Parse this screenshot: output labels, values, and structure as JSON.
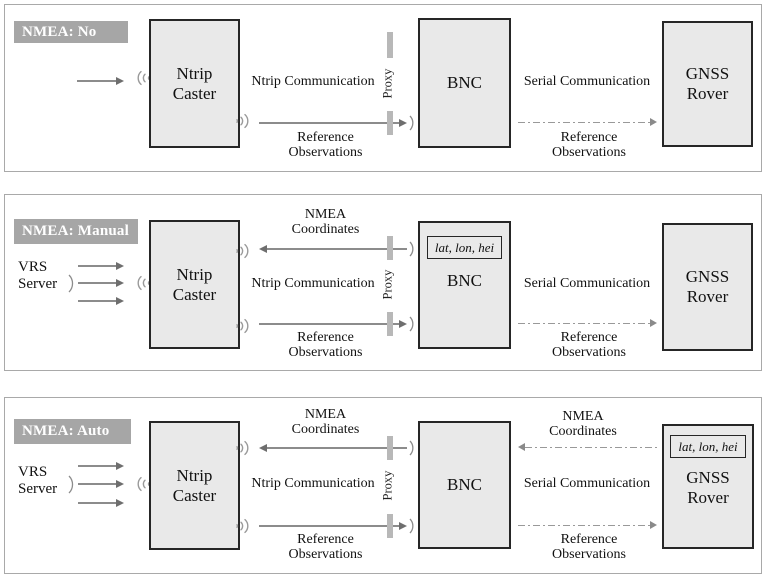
{
  "colors": {
    "box_fill": "#e9e9e9",
    "box_border": "#262626",
    "title_bg": "#a6a6a6",
    "title_text": "#ffffff",
    "line_gray": "#8c8c8c",
    "panel_border": "#a9a9a9"
  },
  "panels": [
    {
      "title": "NMEA: No",
      "caster": {
        "line1": "Ntrip",
        "line2": "Caster"
      },
      "bnc": {
        "label": "BNC"
      },
      "rover": {
        "line1": "GNSS",
        "line2": "Rover"
      },
      "proxy": "Proxy",
      "left_link": {
        "label": "Ntrip Communication",
        "flow1": "Reference",
        "flow2": "Observations"
      },
      "right_link": {
        "label": "Serial Communication",
        "flow1": "Reference",
        "flow2": "Observations"
      }
    },
    {
      "title": "NMEA: Manual",
      "vrs": {
        "line1": "VRS",
        "line2": "Server"
      },
      "caster": {
        "line1": "Ntrip",
        "line2": "Caster"
      },
      "bnc": {
        "label": "BNC",
        "value": "lat, lon, hei"
      },
      "rover": {
        "line1": "GNSS",
        "line2": "Rover"
      },
      "proxy": "Proxy",
      "nmea_link": {
        "line1": "NMEA",
        "line2": "Coordinates"
      },
      "left_link": {
        "label": "Ntrip Communication",
        "flow1": "Reference",
        "flow2": "Observations"
      },
      "right_link": {
        "label": "Serial Communication",
        "flow1": "Reference",
        "flow2": "Observations"
      }
    },
    {
      "title": "NMEA: Auto",
      "vrs": {
        "line1": "VRS",
        "line2": "Server"
      },
      "caster": {
        "line1": "Ntrip",
        "line2": "Caster"
      },
      "bnc": {
        "label": "BNC"
      },
      "rover": {
        "line1": "GNSS",
        "line2": "Rover",
        "value": "lat, lon, hei"
      },
      "proxy": "Proxy",
      "nmea_link": {
        "line1": "NMEA",
        "line2": "Coordinates"
      },
      "nmea_link_right": {
        "line1": "NMEA",
        "line2": "Coordinates"
      },
      "left_link": {
        "label": "Ntrip Communication",
        "flow1": "Reference",
        "flow2": "Observations"
      },
      "right_link": {
        "label": "Serial Communication",
        "flow1": "Reference",
        "flow2": "Observations"
      }
    }
  ]
}
